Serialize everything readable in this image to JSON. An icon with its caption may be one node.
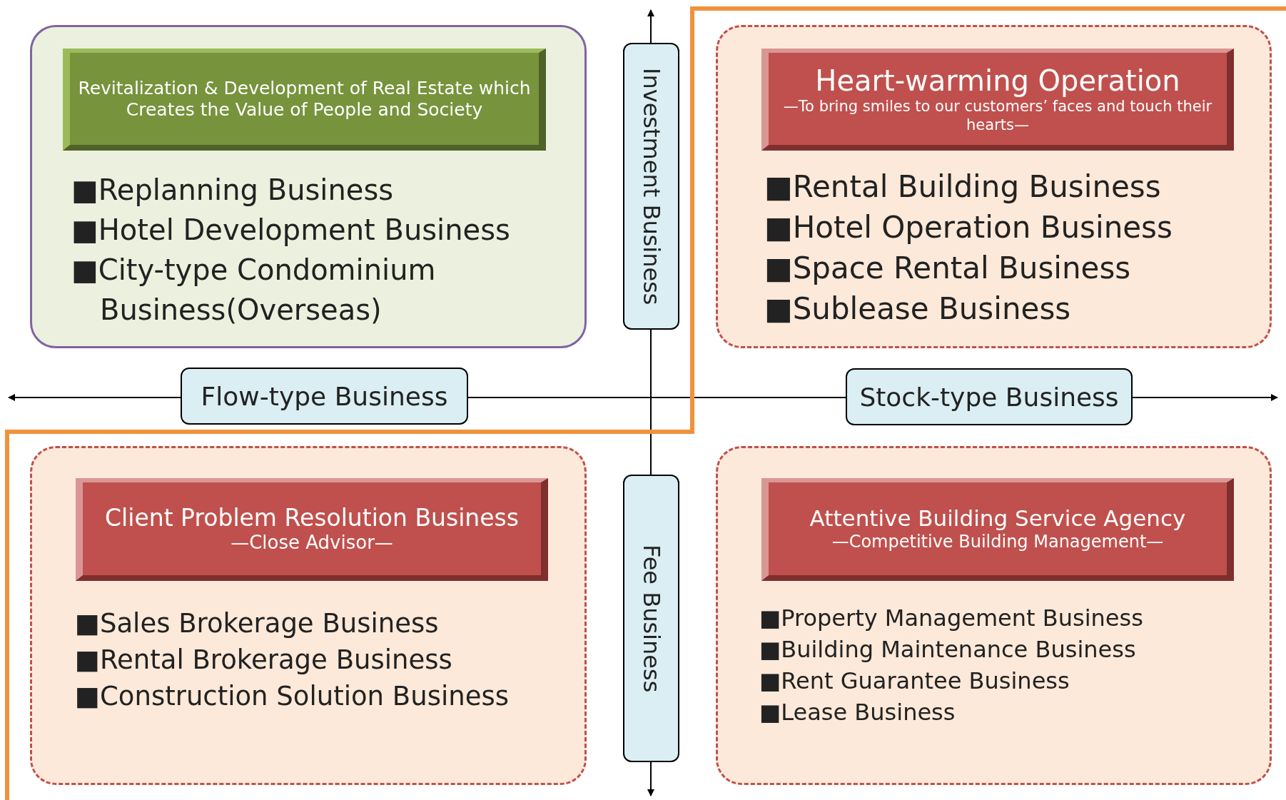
{
  "diagram": {
    "nodes": [
      {
        "text": [
          "■Replanning Business",
          "■Hotel Development Business",
          "■City-type Condominium Business(Overseas)"
        ]
      },
      {
        "text": [
          "Revitalization & Development of Real Estate which Creates the Value of People and Society"
        ],
        "in": 0
      },
      {
        "text": [
          "■Rental Building Business",
          "■Hotel Operation Business",
          "■Space Rental Business",
          "■Sublease Business"
        ]
      },
      {
        "text": [
          "Heart-warming Operation",
          "—To bring smiles to our customers’ faces and touch their hearts—"
        ],
        "in": 2
      },
      {
        "text": [
          "■Sales Brokerage Business",
          "■Rental Brokerage Business",
          "■Construction Solution Business"
        ]
      },
      {
        "text": [
          "Client Problem Resolution Business",
          "—Close Advisor—"
        ],
        "in": 4
      },
      {
        "text": [
          "■Property Management Business",
          "■Building Maintenance Business",
          "■Rent Guarantee Business",
          "■Lease Business"
        ]
      },
      {
        "text": [
          "Attentive Building Service Agency",
          "—Competitive Building Management—"
        ],
        "in": 6
      },
      {
        "text": [
          "Investment Business"
        ]
      },
      {
        "text": [
          "Fee Business"
        ]
      },
      {
        "text": [
          "Flow-type Business"
        ]
      },
      {
        "text": [
          "Stock-type Business"
        ]
      }
    ],
    "edges": []
  }
}
